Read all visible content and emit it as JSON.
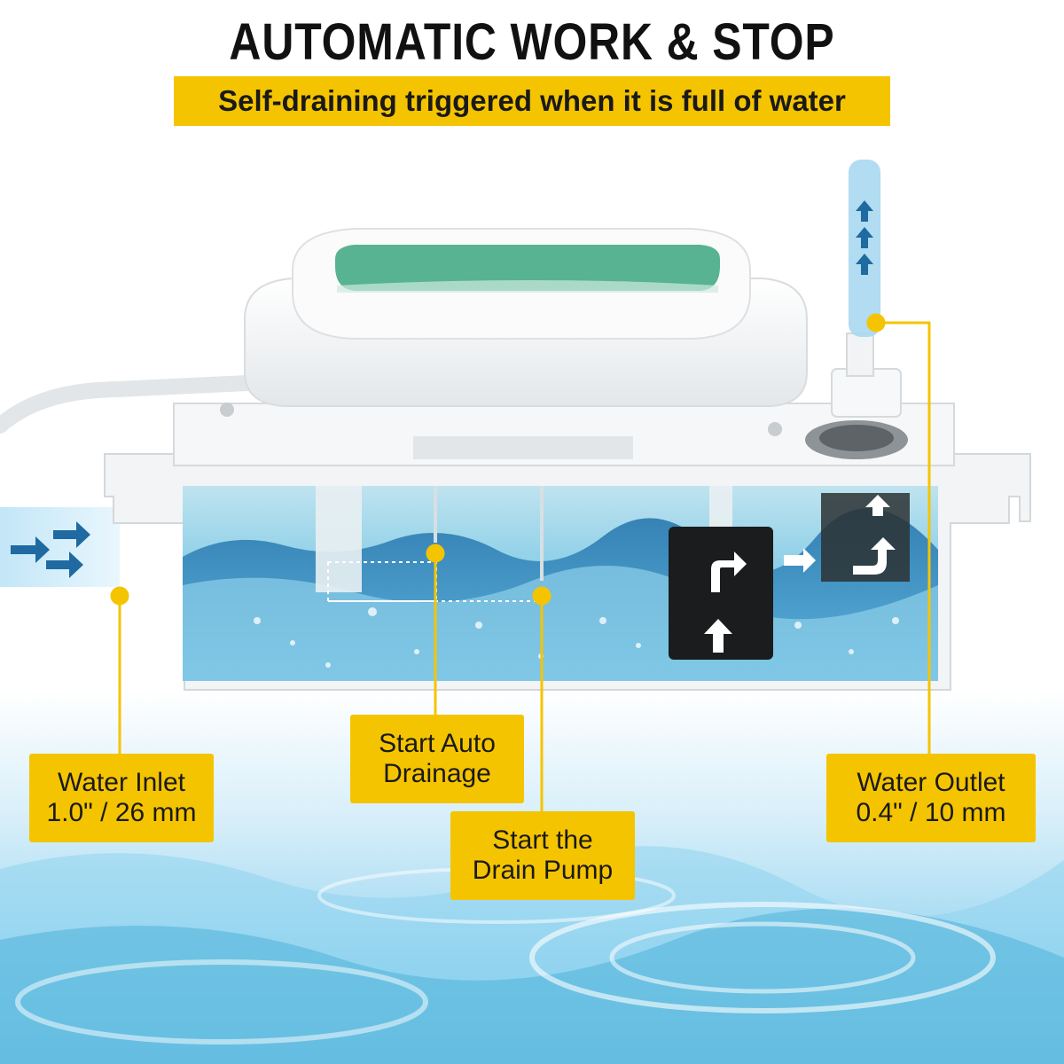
{
  "header": {
    "title": "AUTOMATIC WORK & STOP",
    "subtitle": "Self-draining triggered when it is full of water"
  },
  "callouts": {
    "water_inlet": {
      "line1": "Water Inlet",
      "line2": "1.0\" / 26 mm"
    },
    "start_auto_drainage": {
      "line1": "Start Auto",
      "line2": "Drainage"
    },
    "start_drain_pump": {
      "line1": "Start the",
      "line2": "Drain Pump"
    },
    "water_outlet": {
      "line1": "Water Outlet",
      "line2": "0.4\" / 10 mm"
    }
  },
  "icons": {
    "flow_arrows": [
      "arrow-right-icon",
      "arrow-up-icon",
      "arrow-turn-right-icon"
    ]
  },
  "colors": {
    "accent_yellow": "#f5c400",
    "water_blue": "#4fb3d9",
    "device_white": "#f4f6f7",
    "display_green": "#3aa67e"
  }
}
